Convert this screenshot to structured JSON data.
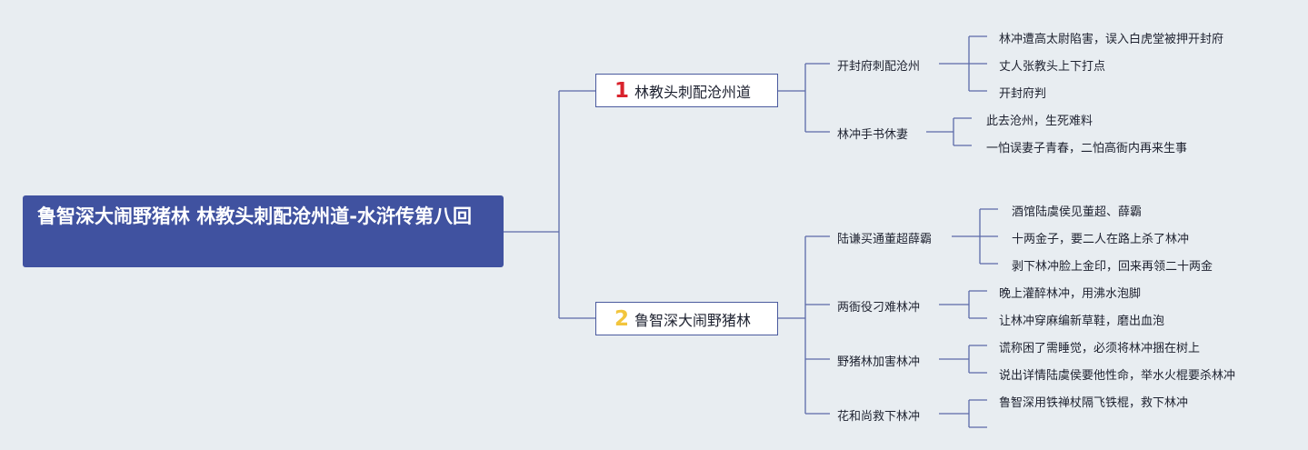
{
  "root": {
    "title": "鲁智深大闹野猪林 林教头刺配沧州道-水浒传第八回"
  },
  "branches": [
    {
      "number": "1",
      "number_color": "#d9232d",
      "label": "林教头刺配沧州道",
      "children": [
        {
          "label": "开封府刺配沧州",
          "items": [
            "林冲遭高太尉陷害，误入白虎堂被押开封府",
            "丈人张教头上下打点",
            "开封府判"
          ]
        },
        {
          "label": "林冲手书休妻",
          "items": [
            "此去沧州，生死难料",
            "一怕误妻子青春，二怕高衙内再来生事"
          ]
        }
      ]
    },
    {
      "number": "2",
      "number_color": "#f2c53d",
      "label": "鲁智深大闹野猪林",
      "children": [
        {
          "label": "陆谦买通董超薛霸",
          "items": [
            "酒馆陆虞侯见董超、薛霸",
            "十两金子，要二人在路上杀了林冲",
            "剥下林冲脸上金印，回来再领二十两金"
          ]
        },
        {
          "label": "两衙役刁难林冲",
          "items": [
            "晚上灌醉林冲，用沸水泡脚",
            "让林冲穿麻编新草鞋，磨出血泡"
          ]
        },
        {
          "label": "野猪林加害林冲",
          "items": [
            "谎称困了需睡觉，必须将林冲捆在树上",
            "说出详情陆虞侯要他性命，举水火棍要杀林冲"
          ]
        },
        {
          "label": "花和尚救下林冲",
          "items": [
            "鲁智深用铁禅杖隔飞铁棍，救下林冲",
            ""
          ]
        }
      ]
    }
  ],
  "colors": {
    "line": "#5b6aa8",
    "root_bg": "#4052a0",
    "background": "#e8edf1"
  }
}
